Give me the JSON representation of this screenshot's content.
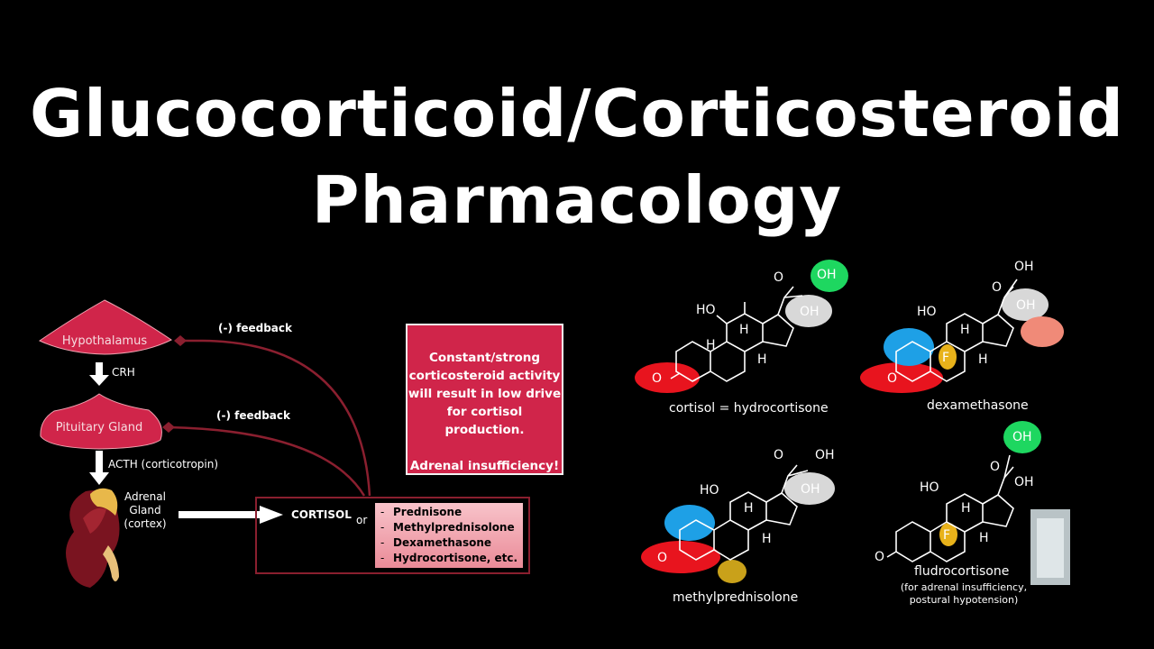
{
  "title": {
    "line1": "Glucocorticoid/Corticosteroid",
    "line2": "Pharmacology"
  },
  "axis": {
    "hypothalamus": "Hypothalamus",
    "pituitary": "Pituitary Gland",
    "crh": "CRH",
    "acth": "ACTH (corticotropin)",
    "adrenal": [
      "Adrenal",
      "Gland",
      "(cortex)"
    ],
    "feedback1": "(-) feedback",
    "feedback2": "(-) feedback",
    "cortisol": "CORTISOL",
    "or": "or",
    "drugs": [
      "Prednisone",
      "Methylprednisolone",
      "Dexamethasone",
      "Hydrocortisone, etc."
    ]
  },
  "infobox": {
    "line1": "Constant/strong",
    "line2": "corticosteroid activity",
    "line3": "will result in low drive",
    "line4": "for cortisol production.",
    "line5": "Adrenal insufficiency!"
  },
  "molecules": {
    "cortisol": "cortisol = hydrocortisone",
    "dexamethasone": "dexamethasone",
    "methylprednisolone": "methylprednisolone",
    "fludrocortisone": "fludrocortisone",
    "fludro_note1": "(for adrenal insufficiency,",
    "fludro_note2": "postural hypotension)"
  },
  "chem_labels": {
    "ho": "HO",
    "h": "H",
    "o": "O",
    "oh": "OH",
    "f": "F"
  },
  "colors": {
    "background": "#000000",
    "gland_red": "#d0254a",
    "feedback_line": "#8a1f2f",
    "highlight_red": "#e8141e",
    "highlight_blue": "#1ea0e6",
    "highlight_green": "#1ed760",
    "highlight_grey": "#d8d8d8",
    "highlight_salmon": "#f08a78",
    "highlight_yellow": "#e8b21a"
  }
}
